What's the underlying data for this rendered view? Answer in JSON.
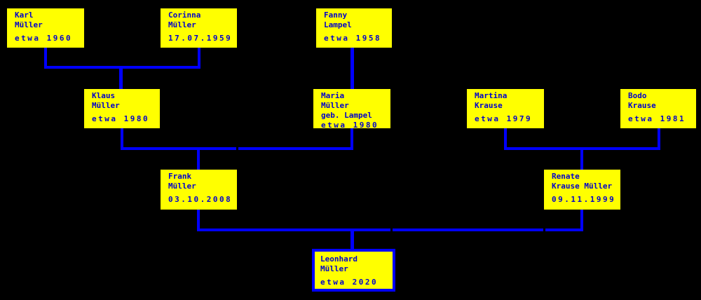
{
  "diagram": {
    "type": "family-tree",
    "background_color": "#000000",
    "box_fill_color": "#ffff00",
    "line_color": "#0000ff",
    "text_color": "#0000cc",
    "selected_border_color": "#0000ff"
  },
  "persons": {
    "karl": {
      "lines": [
        "Karl",
        "Müller",
        "",
        "etwa 1960"
      ],
      "selected": false
    },
    "corinna": {
      "lines": [
        "Corinna",
        "Müller",
        "",
        "17.07.1959"
      ],
      "selected": false
    },
    "fanny": {
      "lines": [
        "Fanny",
        "Lampel",
        "",
        "etwa 1958"
      ],
      "selected": false
    },
    "klaus": {
      "lines": [
        "Klaus",
        "Müller",
        "",
        "etwa 1980"
      ],
      "selected": false
    },
    "maria": {
      "lines": [
        "Maria",
        "Müller",
        "geb. Lampel",
        "etwa 1980"
      ],
      "selected": false
    },
    "martina": {
      "lines": [
        "Martina",
        "Krause",
        "",
        "etwa 1979"
      ],
      "selected": false
    },
    "bodo": {
      "lines": [
        "Bodo",
        "Krause",
        "",
        "etwa 1981"
      ],
      "selected": false
    },
    "frank": {
      "lines": [
        "Frank",
        "Müller",
        "",
        "03.10.2008"
      ],
      "selected": false
    },
    "renate": {
      "lines": [
        "Renate",
        "Krause Müller",
        "",
        "09.11.1999"
      ],
      "selected": false
    },
    "leonhard": {
      "lines": [
        "Leonhard",
        "Müller",
        "",
        "etwa 2020"
      ],
      "selected": true
    }
  },
  "relations": [
    "Karl Müller + Corinna Müller -> Klaus Müller",
    "Fanny Lampel -> Maria Müller geb. Lampel",
    "Klaus Müller + Maria Müller -> Frank Müller",
    "Martina Krause + Bodo Krause -> Renate Krause Müller",
    "Frank Müller + Renate Krause Müller -> Leonhard Müller"
  ]
}
